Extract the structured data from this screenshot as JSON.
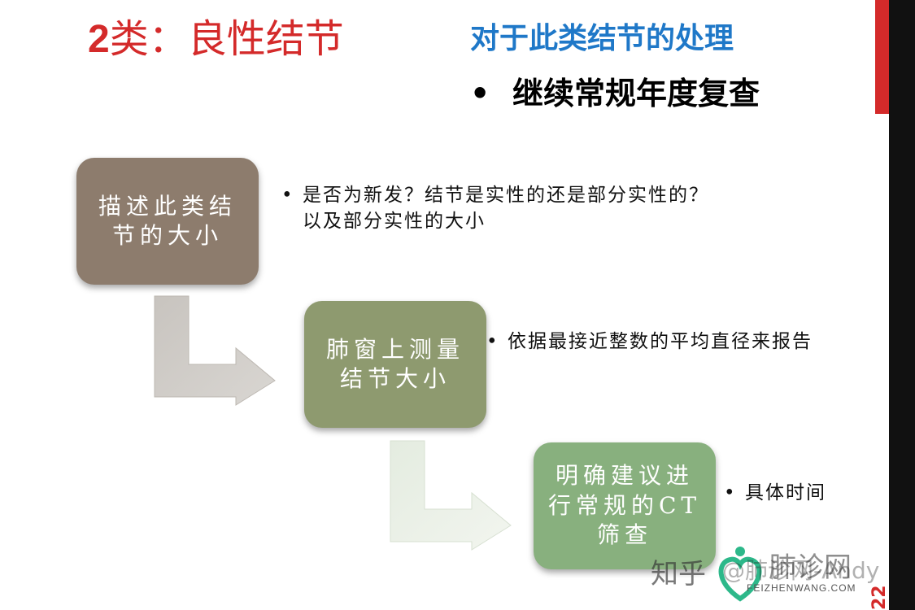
{
  "slide": {
    "title_num": "2",
    "title_rest": "类：良性结节",
    "subtitle": "对于此类结节的处理",
    "main_bullet": "继续常规年度复查",
    "page_number": "22"
  },
  "steps": [
    {
      "box_label": "描述此类结节的大小",
      "bullet": "是否为新发？结节是实性的还是部分实性的？以及部分实性的大小"
    },
    {
      "box_label": "肺窗上测量结节大小",
      "bullet": "依据最接近整数的平均直径来报告"
    },
    {
      "box_label": "明确建议进行常规的CT筛查",
      "bullet": "具体时间"
    }
  ],
  "watermark": {
    "zhihu": "知乎",
    "site_name": "肺诊网",
    "site_domain": "FEIZHENWANG.COM",
    "author": "@肺诊网-Andy"
  },
  "colors": {
    "title_red": "#d42a2a",
    "subtitle_blue": "#1f78c8",
    "box1": "#8d7c6d",
    "box2": "#8e9a6f",
    "box3": "#88b07e"
  }
}
